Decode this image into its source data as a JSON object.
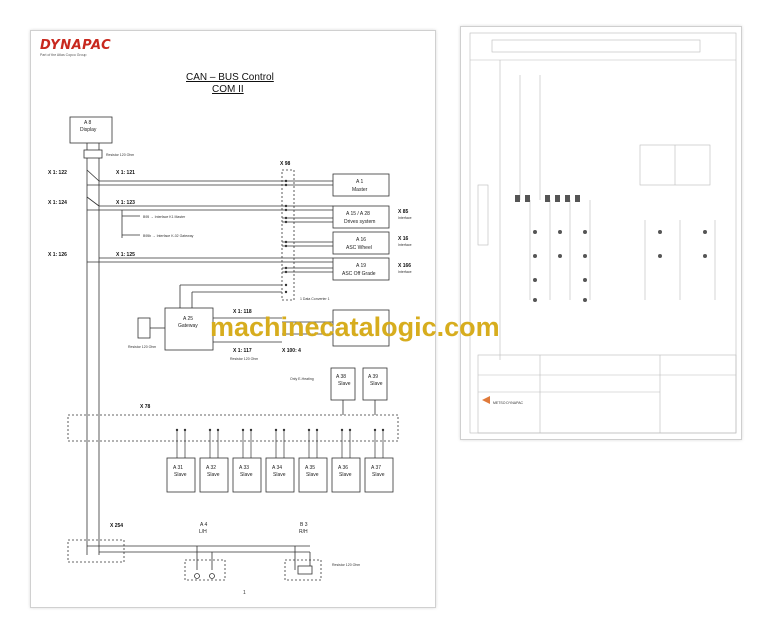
{
  "left_page": {
    "logo": "DYNAPAC",
    "logo_sub": "Part of the Atlas Copco Group",
    "title_line1": "CAN – BUS Control",
    "title_line2": "COM II",
    "page_number": "1",
    "display": {
      "id": "A 8",
      "name": "Display"
    },
    "resistor_top": "Resistor 120 Ohm",
    "connectors": {
      "x1_122": "X 1: 122",
      "x1_121": "X 1: 121",
      "x1_124": "X 1: 124",
      "x1_123": "X 1: 123",
      "x1_126": "X 1: 126",
      "x1_125": "X 1: 125",
      "x_98": "X 98",
      "x_78": "X 78",
      "x_254": "X 254",
      "x1_118": "X 1: 118",
      "x1_117": "X 1: 117",
      "x_100": "X 100: 4"
    },
    "interfaces": {
      "b95": "B95 → Interface K1 Master",
      "b95b": "B95b → Interface K-02 Gateway"
    },
    "modules": [
      {
        "id": "A 1",
        "name": "Master"
      },
      {
        "id": "A 15 / A 28",
        "name": "Drives system"
      },
      {
        "id": "A 16",
        "name": "ASC Wheel"
      },
      {
        "id": "A 19",
        "name": "ASC Off Grade"
      }
    ],
    "side_labels": [
      {
        "id": "X 85",
        "sub": "Interface"
      },
      {
        "id": "X 16",
        "sub": "Interface"
      },
      {
        "id": "X 166",
        "sub": "Interface"
      }
    ],
    "gateway": {
      "id": "A 25",
      "name": "Gateway"
    },
    "resistor_left": "Resistor 120 Ohm",
    "resistor_mid": "Resistor 120 Ohm",
    "resistor_bottom": "Resistor 120 Ohm",
    "data_converter": "1 Data Converter 1",
    "heating_label": "Only E-Heating",
    "slaves_top": [
      {
        "id": "A 38",
        "name": "Slave"
      },
      {
        "id": "A 39",
        "name": "Slave"
      }
    ],
    "slaves": [
      {
        "id": "A 31",
        "name": "Slave"
      },
      {
        "id": "A 32",
        "name": "Slave"
      },
      {
        "id": "A 33",
        "name": "Slave"
      },
      {
        "id": "A 34",
        "name": "Slave"
      },
      {
        "id": "A 35",
        "name": "Slave"
      },
      {
        "id": "A 36",
        "name": "Slave"
      },
      {
        "id": "A 37",
        "name": "Slave"
      }
    ],
    "bottom_nodes": [
      {
        "id": "A 4",
        "name": "L/H"
      },
      {
        "id": "B 3",
        "name": "R/H"
      }
    ]
  },
  "right_page": {
    "company": "METSO DYNAPAC"
  },
  "watermark": "machinecatalogic.com",
  "colors": {
    "brand_red": "#c8281e",
    "watermark": "#d7ad1e",
    "line": "#333333"
  }
}
